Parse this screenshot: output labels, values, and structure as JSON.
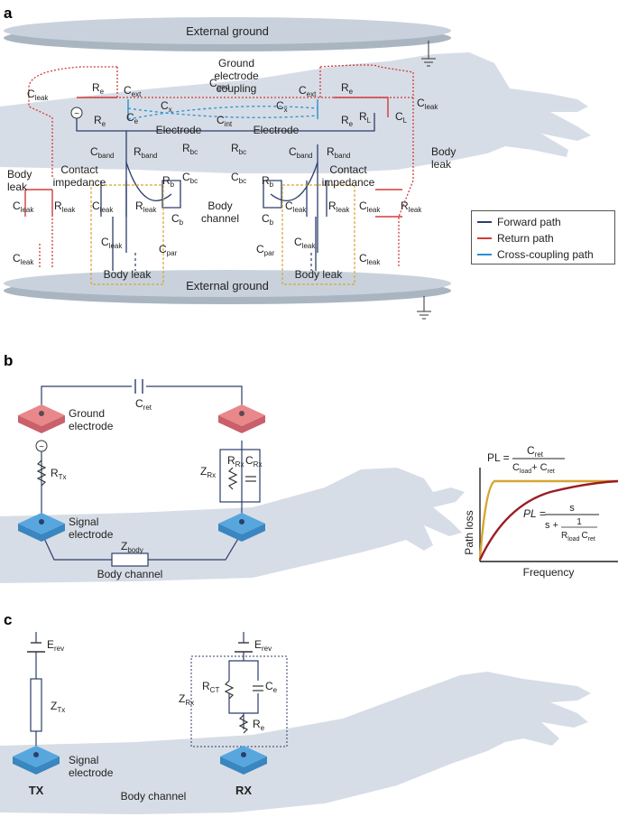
{
  "panels": {
    "a": "a",
    "b": "b",
    "c": "c"
  },
  "colors": {
    "forward": "#2c3e6b",
    "return": "#d23b3b",
    "cross": "#2a8fd0",
    "body": "#d7dde6",
    "ground_top": "#c9d2dc",
    "electrode_signal": "#57a7de",
    "electrode_ground": "#e9888b",
    "curve_fast": "#d6a531",
    "curve_slow": "#9b1c22",
    "dash_box": "#d6a531"
  },
  "panel_a": {
    "external_ground_top": "External ground",
    "external_ground_bottom": "External ground",
    "ground_electrode_coupling": [
      "Ground",
      "electrode",
      "coupling"
    ],
    "electrode_left": "Electrode",
    "electrode_right": "Electrode",
    "contact_impedance_left": [
      "Contact",
      "impedance"
    ],
    "contact_impedance_right": [
      "Contact",
      "impedance"
    ],
    "body_channel": [
      "Body",
      "channel"
    ],
    "body_leak_left": [
      "Body",
      "leak"
    ],
    "body_leak_right": [
      "Body",
      "leak"
    ],
    "body_leak_box_left": "Body leak",
    "body_leak_box_right": "Body leak",
    "c_leak": "C",
    "c_leak_sub": "leak",
    "r_leak": "R",
    "r_leak_sub": "leak",
    "c_ext_sub": "ext",
    "c_gnd_sub": "gnd",
    "c_int_sub": "int",
    "c_x_sub": "x",
    "r_e_sub": "e",
    "c_e_sub": "e",
    "r_l_sub": "L",
    "c_l_sub": "L",
    "band_sub": "band",
    "bc_sub": "bc",
    "b_sub": "b",
    "par_sub": "par"
  },
  "legend": {
    "forward": "Forward path",
    "return": "Return path",
    "cross": "Cross-coupling path"
  },
  "panel_b": {
    "c_ret": "C",
    "c_ret_sub": "ret",
    "ground_electrode": [
      "Ground",
      "electrode"
    ],
    "signal_electrode": [
      "Signal",
      "electrode"
    ],
    "r_tx": "R",
    "r_tx_sub": "Tx",
    "z_rx": "Z",
    "z_rx_sub": "Rx",
    "r_rx": "R",
    "r_rx_sub": "Rx",
    "c_rx": "C",
    "c_rx_sub": "Rx",
    "z_body": "Z",
    "z_body_sub": "body",
    "body_channel": "Body channel",
    "pl_formula_1": "PL =",
    "pl_num_1": "C",
    "pl_num_1_sub": "ret",
    "pl_den_1": "C",
    "pl_den_1_sub": "load",
    "pl_den_1_plus": "+ C",
    "pl_den_1_sub2": "ret",
    "pl_formula_2": "PL =",
    "pl_num_2": "s",
    "pl_den_2_a": "s +",
    "pl_den_2_frac_num": "1",
    "pl_den_2_frac_den": "R",
    "pl_den_2_frac_den_sub": "load",
    "pl_den_2_frac_den_c": "C",
    "pl_den_2_frac_den_sub2": "ret",
    "ylabel": "Path loss",
    "xlabel": "Frequency"
  },
  "panel_c": {
    "e_rev": "E",
    "e_rev_sub": "rev",
    "z_tx": "Z",
    "z_tx_sub": "Tx",
    "z_rx": "Z",
    "z_rx_sub": "Rx",
    "r_ct": "R",
    "r_ct_sub": "CT",
    "c_e": "C",
    "c_e_sub": "e",
    "r_e": "R",
    "r_e_sub": "e",
    "signal_electrode": [
      "Signal",
      "electrode"
    ],
    "tx": "TX",
    "rx": "RX",
    "body_channel": "Body channel"
  }
}
